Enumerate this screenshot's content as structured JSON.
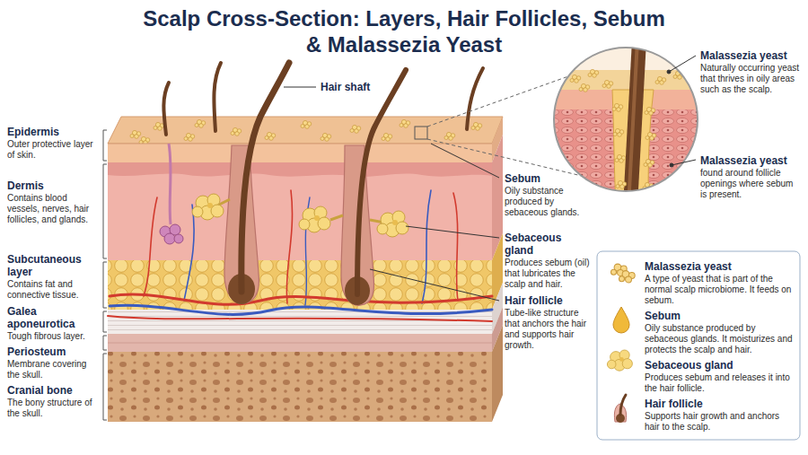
{
  "diagram": {
    "title": "Scalp Cross-Section: Layers, Hair Follicles, Sebum & Malassezia Yeast",
    "labels": [
      "Hair shaft",
      "Epidermis",
      "Outer protective layer of skin.",
      "Dermis",
      "Contains blood vessels, nerves, hair follicles, and glands.",
      "Subcutaneous layer",
      "Contains fat and connective tissue.",
      "Galea aponeurotica",
      "Tough fibrous layer.",
      "Periosteum",
      "Membrane covering the skull.",
      "Cranial bone",
      "The bony structure of the skull.",
      "Sebum",
      "Oily substance produced by sebaceous glands.",
      "Sebaceous gland",
      "Produces sebum (oil) that lubricates the scalp and hair.",
      "Hair follicle",
      "Tube-like structure that anchors the hair and supports hair growth.",
      "Malassezia yeast",
      "Naturally occurring yeast that thrives in oily areas such as the scalp.",
      "Malassezia yeast",
      "found around follicle openings where sebum is present.",
      "A type of yeast that is part of the normal scalp microbiome. It feeds on sebum.",
      "Oily substance produced by sebaceous glands. It moisturizes and protects the scalp and hair.",
      "Produces sebum and releases it into the hair follicle.",
      "Supports hair growth and anchors hair to the scalp."
    ],
    "legend": [
      {
        "text": "Malassezia yeast"
      },
      {
        "text": "Sebum"
      },
      {
        "text": "Sebaceous gland"
      },
      {
        "text": "Hair follicle"
      }
    ]
  }
}
